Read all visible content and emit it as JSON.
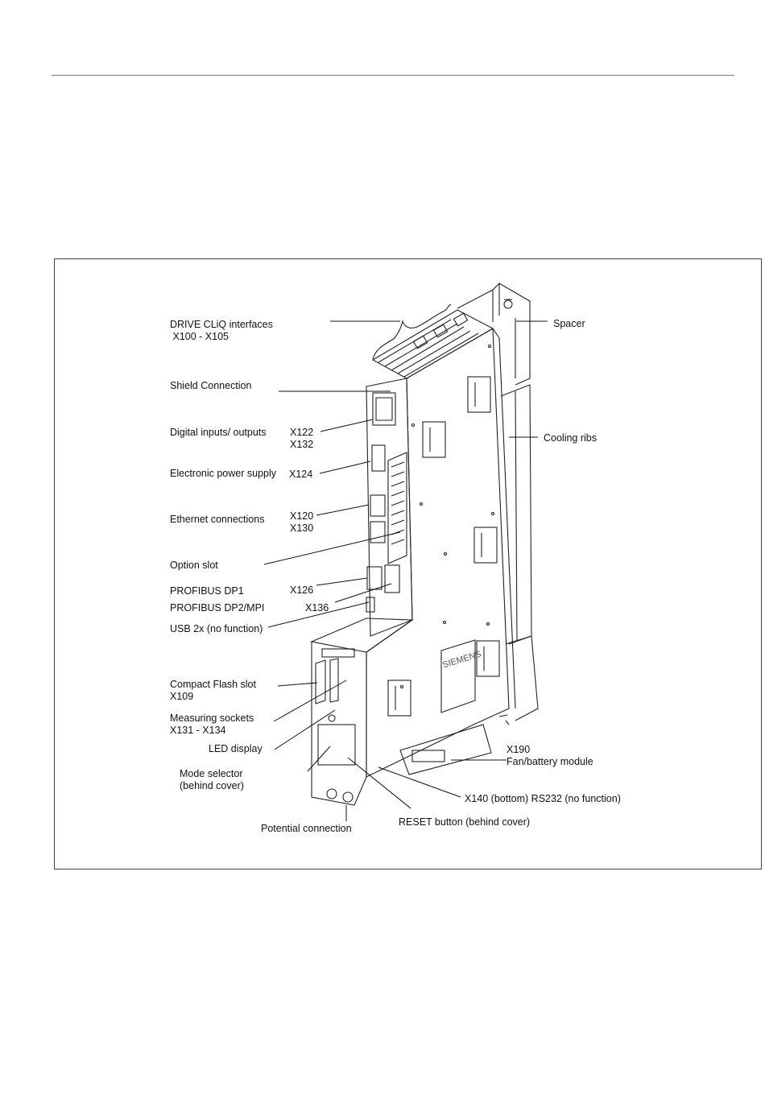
{
  "figure": {
    "labels": {
      "drive_cliq": [
        "DRIVE CLiQ interfaces",
        " X100 - X105"
      ],
      "shield": "Shield Connection",
      "digital_io": "Digital inputs/ outputs",
      "digital_io_ports": [
        "X122",
        "X132"
      ],
      "power_supply": "Electronic power supply",
      "power_supply_port": "X124",
      "ethernet": "Ethernet connections",
      "ethernet_ports": [
        "X120",
        "X130"
      ],
      "option_slot": "Option slot",
      "profibus_dp1": "PROFIBUS DP1",
      "profibus_dp1_port": "X126",
      "profibus_dp2": "PROFIBUS DP2/MPI",
      "profibus_dp2_port": "X136",
      "usb": "USB 2x (no function)",
      "compact_flash": [
        "Compact Flash slot",
        "X109"
      ],
      "measuring": [
        "Measuring sockets",
        "X131 - X134"
      ],
      "led_display": "LED display",
      "mode_selector": [
        "Mode selector",
        "(behind cover)"
      ],
      "potential": "Potential connection",
      "reset": "RESET button (behind cover)",
      "rs232": "X140 (bottom) RS232 (no function)",
      "fan_battery": [
        "X190",
        "Fan/battery module"
      ],
      "cooling_ribs": "Cooling ribs",
      "spacer": "Spacer"
    },
    "device_brand": "SIEMENS"
  }
}
